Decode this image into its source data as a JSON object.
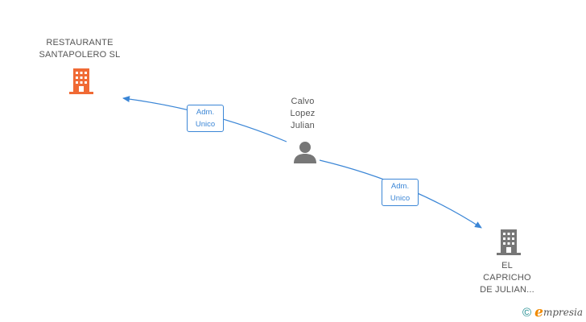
{
  "colors": {
    "company_highlight": "#f06a35",
    "company": "#777777",
    "person": "#777777",
    "edge": "#3b86d6"
  },
  "nodes": {
    "restaurante": {
      "icon": "building-icon",
      "line1": "RESTAURANTE",
      "line2": "SANTAPOLERO SL"
    },
    "person": {
      "icon": "person-icon",
      "line1": "Calvo",
      "line2": "Lopez",
      "line3": "Julian"
    },
    "capricho": {
      "icon": "building-icon",
      "line1": "EL",
      "line2": "CAPRICHO",
      "line3": "DE JULIAN..."
    }
  },
  "edges": [
    {
      "line1": "Adm.",
      "line2": "Unico"
    },
    {
      "line1": "Adm.",
      "line2": "Unico"
    }
  ],
  "footer": {
    "copyright": "©",
    "brand_first": "ℯ",
    "brand_rest": "mpresia"
  }
}
